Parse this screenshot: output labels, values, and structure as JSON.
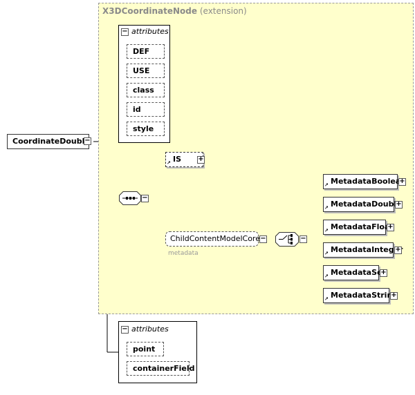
{
  "extension": {
    "name": "X3DCoordinateNode",
    "suffix": "(extension)"
  },
  "root": {
    "label": "CoordinateDouble"
  },
  "ext_attributes": {
    "header": "attributes",
    "items": [
      "DEF",
      "USE",
      "class",
      "id",
      "style"
    ]
  },
  "is_element": {
    "label": "IS"
  },
  "group_ref": {
    "label": "ChildContentModelCore",
    "sublabel": "metadata"
  },
  "choice_children": [
    {
      "label": "MetadataBoolean"
    },
    {
      "label": "MetadataDouble"
    },
    {
      "label": "MetadataFloat"
    },
    {
      "label": "MetadataInteger"
    },
    {
      "label": "MetadataSet"
    },
    {
      "label": "MetadataString"
    }
  ],
  "own_attributes": {
    "header": "attributes",
    "items": [
      "point",
      "containerField"
    ]
  },
  "colors": {
    "extension_bg": "#ffffcc",
    "border": "#333333",
    "title_gray": "#8a8a8a"
  }
}
